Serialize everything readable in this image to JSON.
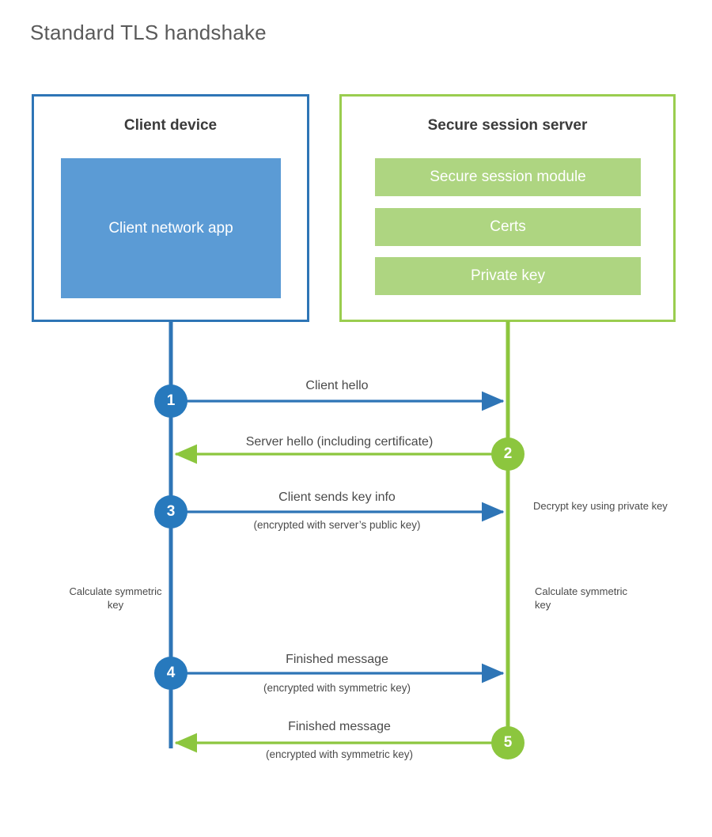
{
  "title": "Standard TLS handshake",
  "colors": {
    "client_blue": "#2e75b6",
    "client_app_fill": "#5b9bd5",
    "client_circle": "#2779bd",
    "server_green": "#9acd4f",
    "server_module_fill": "#aed581",
    "server_circle": "#8cc63e",
    "text": "#4a4a4a",
    "heading": "#3b3b3b",
    "background": "#ffffff"
  },
  "participants": {
    "client": {
      "title": "Client device",
      "app_label": "Client network app"
    },
    "server": {
      "title": "Secure session server",
      "modules": [
        "Secure session module",
        "Certs",
        "Private key"
      ]
    }
  },
  "steps": [
    {
      "number": "1",
      "side": "client",
      "direction": "client-to-server",
      "label": "Client hello",
      "sublabel": ""
    },
    {
      "number": "2",
      "side": "server",
      "direction": "server-to-client",
      "label": "Server hello (including certificate)",
      "sublabel": ""
    },
    {
      "number": "3",
      "side": "client",
      "direction": "client-to-server",
      "label": "Client sends key info",
      "sublabel": "(encrypted with server’s public key)"
    },
    {
      "number": "4",
      "side": "client",
      "direction": "client-to-server",
      "label": "Finished message",
      "sublabel": "(encrypted with symmetric key)"
    },
    {
      "number": "5",
      "side": "server",
      "direction": "server-to-client",
      "label": "Finished message",
      "sublabel": "(encrypted with symmetric key)"
    }
  ],
  "annotations": {
    "decrypt_note": "Decrypt key using private key",
    "client_calculate": "Calculate symmetric key",
    "server_calculate": "Calculate symmetric key"
  }
}
